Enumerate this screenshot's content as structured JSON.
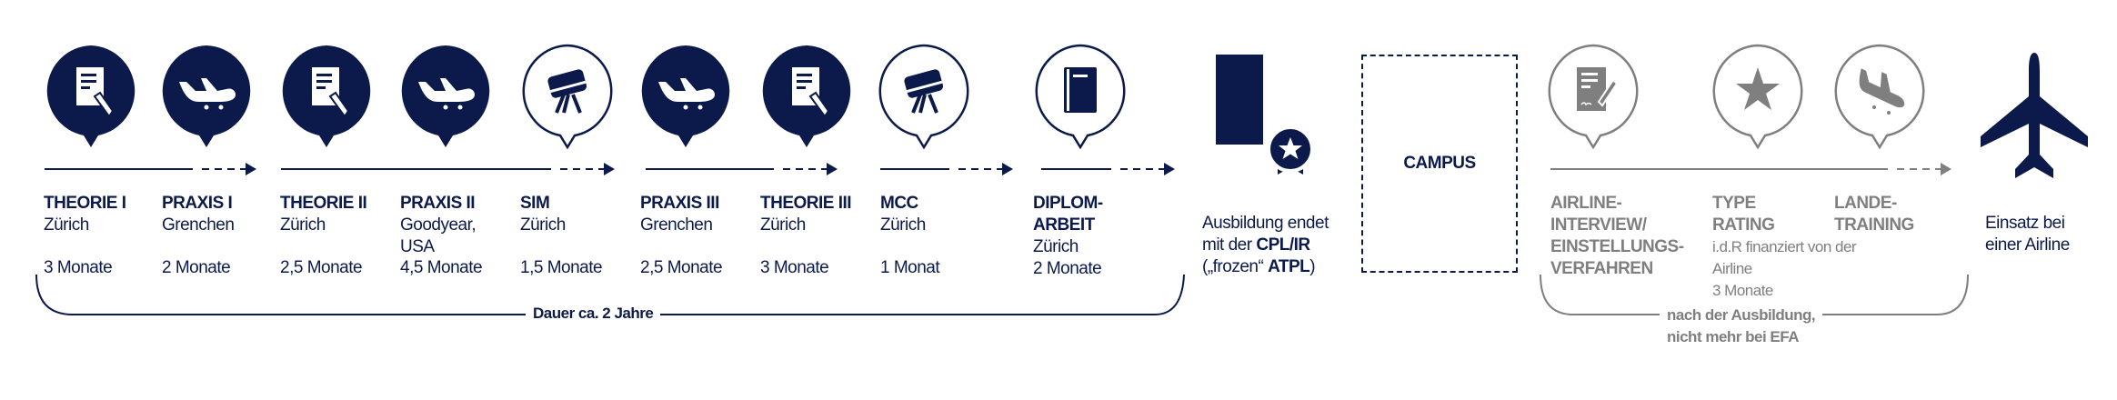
{
  "colors": {
    "navy": "#0b1a4b",
    "gray": "#7f7f7f"
  },
  "steps": [
    {
      "title": "THEORIE I",
      "location": "Zürich",
      "duration": "3 Monate",
      "icon": "document-pencil-icon",
      "filled": true
    },
    {
      "title": "PRAXIS I",
      "location": "Grenchen",
      "duration": "2 Monate",
      "icon": "airplane-icon",
      "filled": true
    },
    {
      "title": "THEORIE II",
      "location": "Zürich",
      "duration": "2,5 Monate",
      "icon": "document-pencil-icon",
      "filled": true
    },
    {
      "title": "PRAXIS II",
      "location": "Goodyear, USA",
      "duration": "4,5 Monate",
      "icon": "airplane-icon",
      "filled": true
    },
    {
      "title": "SIM",
      "location": "Zürich",
      "duration": "1,5 Monate",
      "icon": "simulator-icon",
      "filled": false
    },
    {
      "title": "PRAXIS III",
      "location": "Grenchen",
      "duration": "2,5 Monate",
      "icon": "airplane-icon",
      "filled": true
    },
    {
      "title": "THEORIE III",
      "location": "Zürich",
      "duration": "3 Monate",
      "icon": "document-pencil-icon",
      "filled": true
    },
    {
      "title": "MCC",
      "location": "Zürich",
      "duration": "1 Monat",
      "icon": "simulator-icon",
      "filled": false
    },
    {
      "title": "DIPLOM-ARBEIT",
      "location": "Zürich",
      "duration": "2 Monate",
      "icon": "book-icon",
      "filled": false
    }
  ],
  "training_span_label": "Dauer ca. 2 Jahre",
  "certificate": {
    "line1": "Ausbildung endet",
    "line2_prefix": "mit der ",
    "line2_bold": "CPL/IR",
    "line3_prefix": "(„frozen“ ",
    "line3_bold": "ATPL",
    "line3_suffix": ")"
  },
  "campus_label": "CAMPUS",
  "post_steps": [
    {
      "title": "AIRLINE-INTERVIEW/ EINSTELLUNGS-VERFAHREN",
      "icon": "contract-signing-icon"
    },
    {
      "title": "TYPE RATING",
      "note": "i.d.R finanziert von der Airline",
      "duration": "3 Monate",
      "icon": "star-icon"
    },
    {
      "title": "LANDE-TRAINING",
      "icon": "landing-airplane-icon"
    }
  ],
  "post_span_label_1": "nach der Ausbildung,",
  "post_span_label_2": "nicht mehr bei EFA",
  "final": {
    "line1": "Einsatz bei",
    "line2": "einer Airline"
  }
}
